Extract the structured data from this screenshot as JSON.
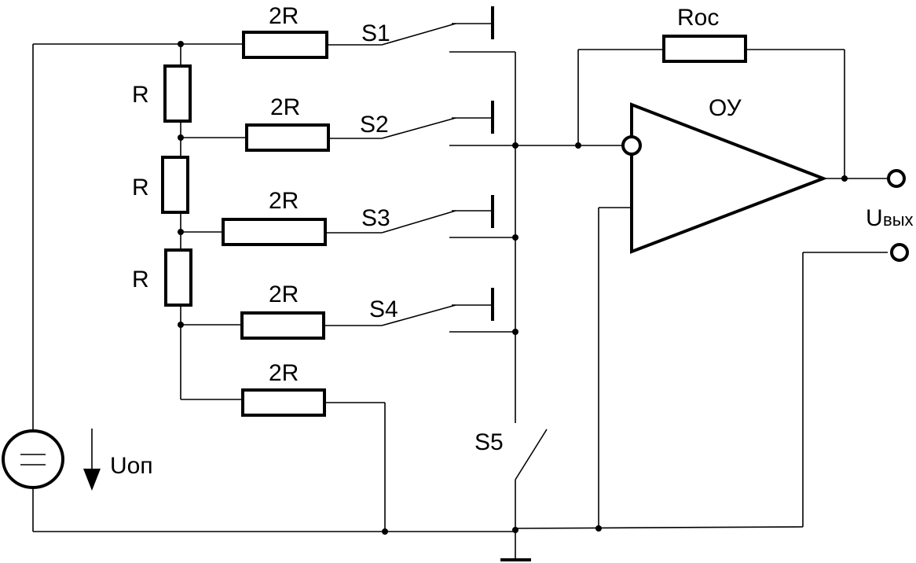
{
  "labels": {
    "r_ladder": [
      "R",
      "R",
      "R"
    ],
    "r_branch": [
      "2R",
      "2R",
      "2R",
      "2R",
      "2R"
    ],
    "switches": [
      "S1",
      "S2",
      "S3",
      "S4",
      "S5"
    ],
    "feedback_resistor": "Roc",
    "opamp": "ОУ",
    "output_voltage_main": "U",
    "output_voltage_sub": "вых",
    "reference_voltage": "Uоп"
  }
}
